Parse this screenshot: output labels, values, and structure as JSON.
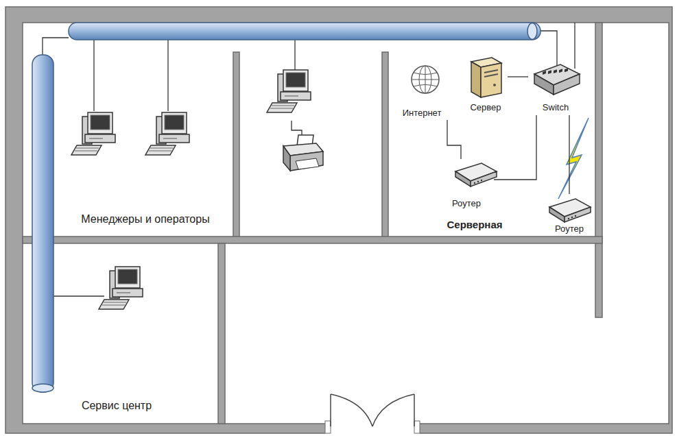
{
  "diagram": {
    "nodes": [
      {
        "text": [
          "Менеджеры и операторы"
        ]
      },
      {
        "text": [
          "Серверная"
        ]
      },
      {
        "text": [
          "Интернет"
        ],
        "in": 1
      },
      {
        "text": [
          "Сервер"
        ],
        "in": 1
      },
      {
        "text": [
          "Switch"
        ],
        "in": 1
      },
      {
        "text": [
          "Роутер"
        ],
        "in": 1
      },
      {
        "text": [
          "Роутер"
        ],
        "in": 1
      },
      {
        "text": [
          "Сервис центр"
        ]
      }
    ],
    "edges": [
      {
        "from": 2,
        "to": 5,
        "arrow": "none"
      },
      {
        "from": 5,
        "to": 4,
        "arrow": "none"
      },
      {
        "from": 3,
        "to": 4,
        "arrow": "none"
      },
      {
        "from": 4,
        "to": 6,
        "arrow": "none"
      }
    ]
  }
}
